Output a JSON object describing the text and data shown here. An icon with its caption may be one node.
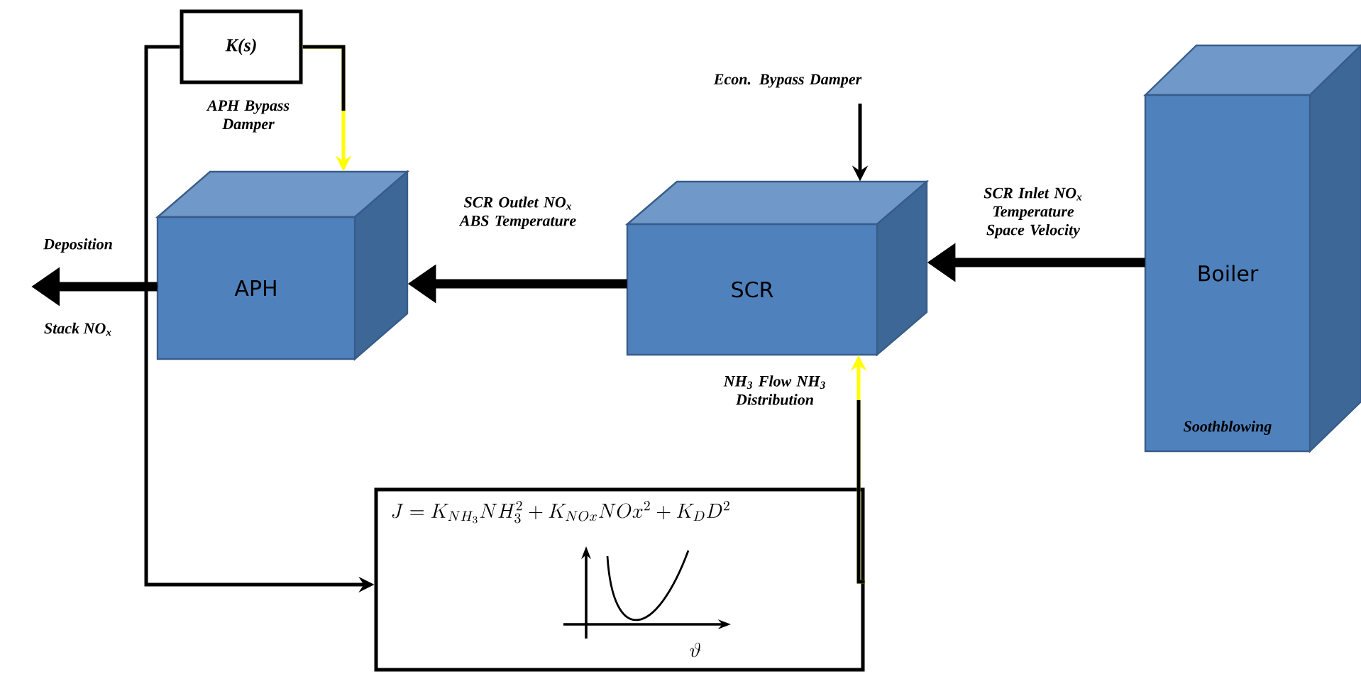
{
  "diagram": {
    "nodes": [
      {
        "text": [
          "K(s)"
        ]
      },
      {
        "text": [
          "APH"
        ]
      },
      {
        "text": [
          "SCR"
        ]
      },
      {
        "text": [
          "Boiler",
          "Soothblowing"
        ]
      },
      {
        "text": [
          "J=K_{NH_3}NH_3^2+K_{NOx}NOx^2+K_DD^2",
          "\\vartheta"
        ]
      }
    ],
    "edges": [
      {
        "from": 3,
        "to": 2,
        "arrow": "to",
        "label": "SCR Inlet NO$_{x}$ Temperature Space Velocity",
        "style": "thick"
      },
      {
        "from": 2,
        "to": 1,
        "arrow": "to",
        "label": "SCR Outlet NO$_{x}$ ABS Temperature",
        "style": "thick"
      },
      {
        "from": 1,
        "to": null,
        "arrow": "to",
        "style": "thick"
      },
      {
        "from": null,
        "to": 2,
        "arrow": "to",
        "label": "Econ. Bypass Damper"
      },
      {
        "from": 0,
        "to": 1,
        "arrow": "to",
        "label": "APH Bypass Damper",
        "color": "#ffff00"
      },
      {
        "from": 4,
        "to": 2,
        "arrow": "to",
        "label": "NH$_{3}$ Flow NH$_{3}$ Distribution",
        "color": "#ffff00"
      },
      {
        "from": 1,
        "to": 0,
        "arrow": "none"
      },
      {
        "from": 1,
        "to": 4,
        "arrow": "to"
      }
    ],
    "labels": [
      "Deposition",
      "Stack NO$_{x}$"
    ]
  }
}
